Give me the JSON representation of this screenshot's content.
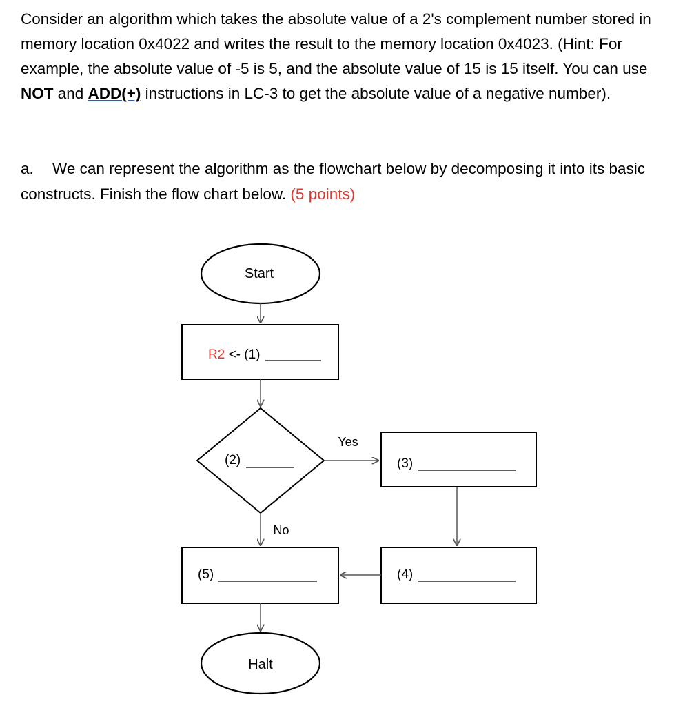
{
  "question": {
    "line1_pre": "Consider an algorithm which takes the absolute value of a 2's complement number stored in memory location 0x4022 and writes the result to the memory location 0x4023. (Hint: For example, the absolute value of -5 is 5, and the absolute value of 15 is 15 itself. You can use ",
    "not_word": "NOT",
    "and_word": " and ",
    "add_word": "ADD(+)",
    "line1_post": " instructions in LC-3 to get the absolute value of a negative number)."
  },
  "part_a": {
    "label": "a.",
    "text": "We can represent the algorithm as the flowchart below by decomposing it into its basic constructs. Finish the flow chart below. ",
    "points": "(5 points)"
  },
  "flowchart": {
    "start": "Start",
    "halt": "Halt",
    "box1_reg": "R2",
    "box1_rest": " <- (1)",
    "blank2": "(2)",
    "blank3": "(3)",
    "blank4": "(4)",
    "blank5": "(5)",
    "yes": "Yes",
    "no": "No"
  },
  "colors": {
    "accent_red": "#e03a2f",
    "link_blue": "#2b57c9"
  }
}
